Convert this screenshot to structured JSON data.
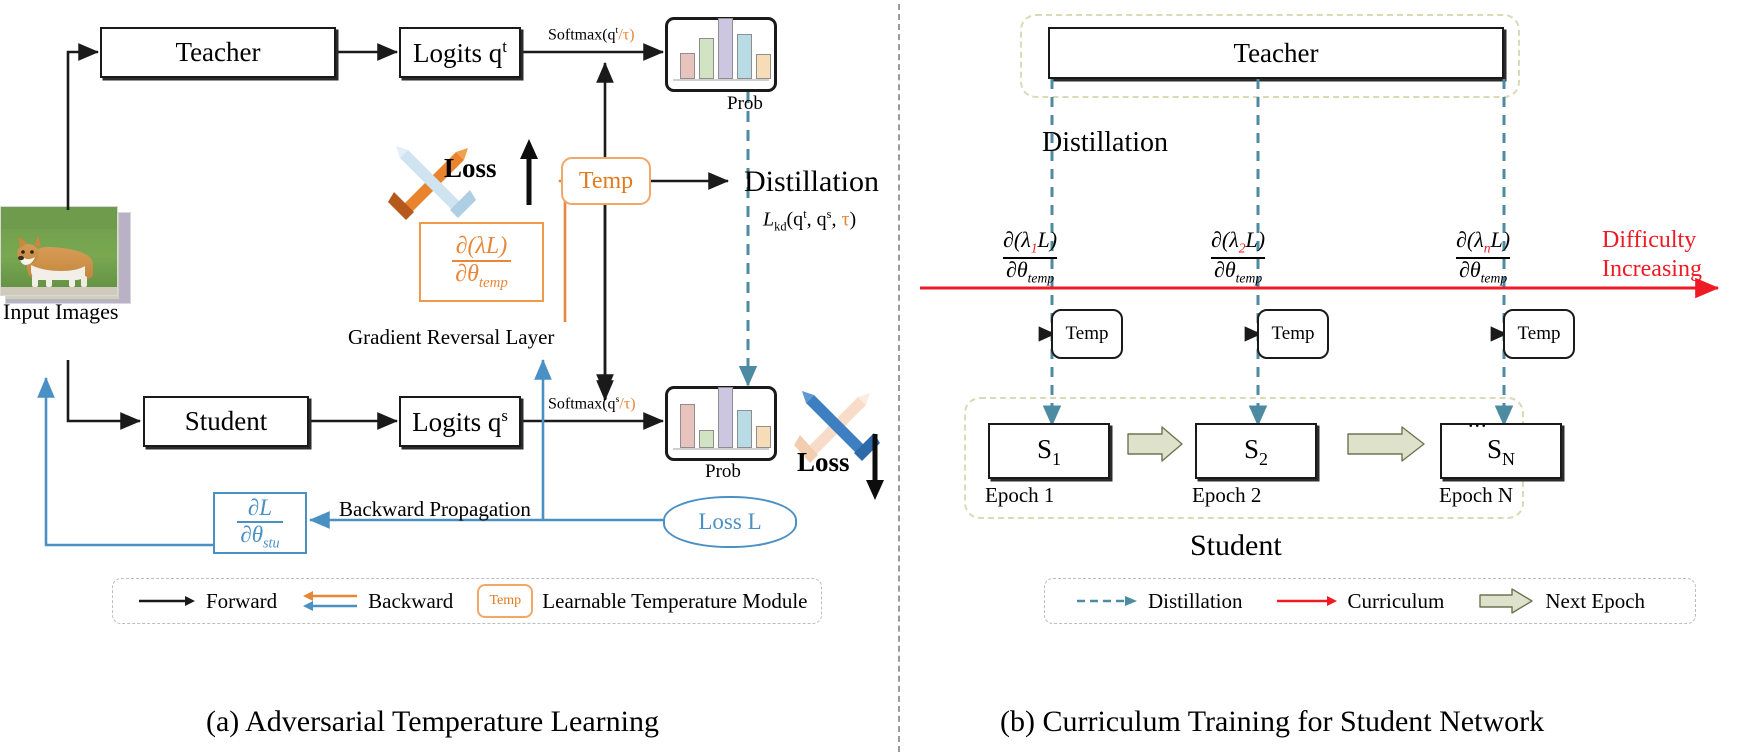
{
  "panel_a": {
    "caption": "(a) Adversarial Temperature Learning",
    "teacher_box": "Teacher",
    "student_box": "Student",
    "logits_teacher": "Logits q",
    "logits_teacher_sup": "t",
    "logits_student": "Logits q",
    "logits_student_sup": "s",
    "softmax_teacher": "Softmax(q",
    "softmax_teacher_sup": "t",
    "softmax_teacher_tail": "/τ)",
    "softmax_student": "Softmax(q",
    "softmax_student_sup": "s",
    "softmax_student_tail": "/τ)",
    "prob_label_top": "Prob",
    "prob_label_bottom": "Prob",
    "input_images": "Input Images",
    "temp_module": "Temp",
    "distillation_title": "Distillation",
    "distillation_formula_main": "L",
    "distillation_formula_sub": "kd",
    "distillation_formula_args_a": "(q",
    "distillation_formula_args_sup1": "t",
    "distillation_formula_args_b": ", q",
    "distillation_formula_args_sup2": "s",
    "distillation_formula_args_c": ", ",
    "distillation_formula_tau": "τ",
    "distillation_formula_args_d": ")",
    "loss_up": "Loss",
    "loss_down": "Loss",
    "grad_reversal_layer": "Gradient Reversal Layer",
    "backward_propagation": "Backward Propagation",
    "loss_ellipse": "Loss L",
    "grad_temp_num": "∂(λL)",
    "grad_temp_den_partial": "∂θ",
    "grad_temp_den_sub": "temp",
    "grad_stu_num_partial": "∂L",
    "grad_stu_den_partial": "∂θ",
    "grad_stu_den_sub": "stu",
    "legend": [
      {
        "label": "Forward",
        "icon": "black-arrow-icon"
      },
      {
        "label": "Backward",
        "icon": "orange-blue-arrow-icon"
      },
      {
        "label": "Learnable Temperature Module",
        "icon": "temp-chip-icon",
        "chip": "Temp"
      }
    ],
    "teacher_hist": [
      {
        "h": 26,
        "color": "#e8c2bc"
      },
      {
        "h": 41,
        "color": "#d2e3c4"
      },
      {
        "h": 70,
        "color": "#cdc6e0"
      },
      {
        "h": 49,
        "color": "#b9dbe6"
      },
      {
        "h": 25,
        "color": "#f7dcb8"
      }
    ],
    "student_hist": [
      {
        "h": 52,
        "color": "#e8c2bc"
      },
      {
        "h": 20,
        "color": "#d2e3c4"
      },
      {
        "h": 70,
        "color": "#cdc6e0"
      },
      {
        "h": 43,
        "color": "#b9dbe6"
      },
      {
        "h": 26,
        "color": "#f7dcb8"
      }
    ]
  },
  "panel_b": {
    "caption": "(b) Curriculum Training for Student Network",
    "teacher_box": "Teacher",
    "student_group_label": "Student",
    "distillation_label": "Distillation",
    "difficulty_line1": "Difficulty",
    "difficulty_line2": "Increasing",
    "ellipsis": "...",
    "columns": [
      {
        "grad_num_pre": "∂(λ",
        "grad_num_sub": "1",
        "grad_num_post": "L)",
        "grad_den_pre": "∂θ",
        "grad_den_sub": "temp",
        "temp": "Temp",
        "stage_s": "S",
        "stage_sub": "1",
        "epoch": "Epoch 1"
      },
      {
        "grad_num_pre": "∂(λ",
        "grad_num_sub": "2",
        "grad_num_post": "L)",
        "grad_den_pre": "∂θ",
        "grad_den_sub": "temp",
        "temp": "Temp",
        "stage_s": "S",
        "stage_sub": "2",
        "epoch": "Epoch 2"
      },
      {
        "grad_num_pre": "∂(λ",
        "grad_num_sub": "n",
        "grad_num_post": "L)",
        "grad_den_pre": "∂θ",
        "grad_den_sub": "temp",
        "temp": "Temp",
        "stage_s": "S",
        "stage_sub": "N",
        "epoch": "Epoch N"
      }
    ],
    "legend": [
      {
        "label": "Distillation",
        "icon": "blue-dashed-arrow-icon"
      },
      {
        "label": "Curriculum",
        "icon": "red-arrow-icon"
      },
      {
        "label": "Next Epoch",
        "icon": "block-arrow-icon"
      }
    ]
  },
  "colors": {
    "black": "#1a1a1a",
    "orange": "#e8873a",
    "blue": "#4a90c4",
    "teal_dashed": "#5596ad",
    "red": "#ee1b24",
    "olive_dashed": "#d9dbb6",
    "block_arrow_fill": "#dfe2cb",
    "grey_divider": "#9b9b9b"
  }
}
